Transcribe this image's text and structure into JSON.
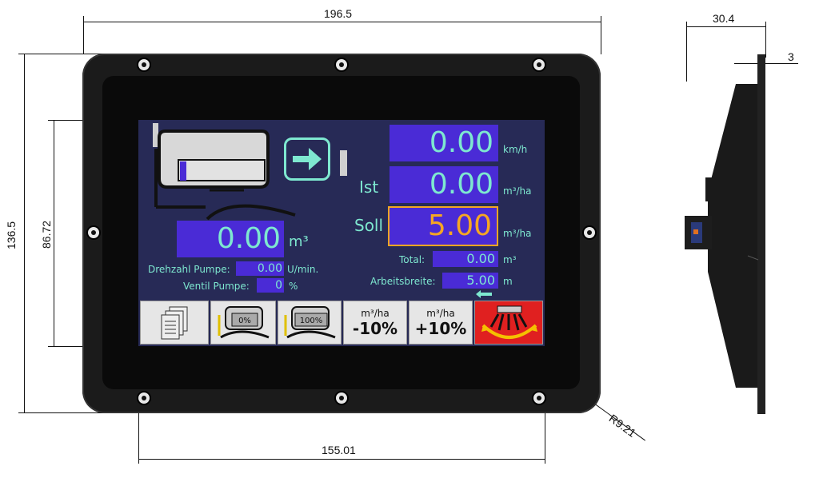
{
  "dimensions": {
    "width_top": "196.5",
    "height_left": "136.5",
    "screen_height": "86.72",
    "screen_width": "155.01",
    "corner_radius": "R9.21",
    "depth": "30.4",
    "plate": "3"
  },
  "display": {
    "speed": {
      "value": "0.00",
      "unit": "km/h"
    },
    "ist": {
      "label": "Ist",
      "value": "0.00",
      "unit": "m³/ha"
    },
    "soll": {
      "label": "Soll",
      "value": "5.00",
      "unit": "m³/ha"
    },
    "volume": {
      "value": "0.00",
      "unit": "m³"
    },
    "pump_speed": {
      "label": "Drehzahl Pumpe:",
      "value": "0.00",
      "unit": "U/min."
    },
    "valve": {
      "label": "Ventil Pumpe:",
      "value": "0",
      "unit": "%"
    },
    "total": {
      "label": "Total:",
      "value": "0.00",
      "unit": "m³"
    },
    "working_width": {
      "label": "Arbeitsbreite:",
      "value": "5.00",
      "unit": "m"
    },
    "tank_level": 0.08
  },
  "buttons": [
    {
      "icon": "documents-icon",
      "top": "",
      "bottom": ""
    },
    {
      "icon": "zero-percent-icon",
      "top": "",
      "bottom": "",
      "label": "0%"
    },
    {
      "icon": "hundred-percent-icon",
      "top": "",
      "bottom": "",
      "label": "100%"
    },
    {
      "icon": "",
      "top": "m³/ha",
      "bottom": "-10%"
    },
    {
      "icon": "",
      "top": "m³/ha",
      "bottom": "+10%"
    },
    {
      "icon": "spreader-icon",
      "top": "",
      "bottom": ""
    }
  ],
  "colors": {
    "screen_bg": "#272a56",
    "value_box": "#4a2bd6",
    "text": "#7ee8d0",
    "soll_text": "#f5a623",
    "spreader_active": "#e02020"
  }
}
